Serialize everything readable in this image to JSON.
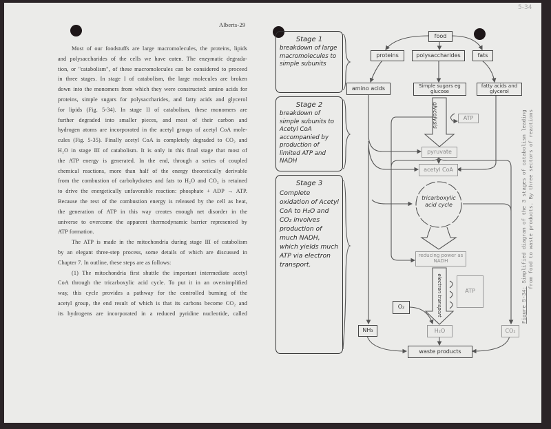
{
  "page_number": "Alberts-29",
  "handwritten_number": "5-34",
  "text_lines": [
    "Most of our foodstuffs are large macromolecules, the proteins, lipids",
    "and polysaccharides of the cells we have eaten.  The enzymatic degrada-",
    "tion, or \"catabolism\", of these macromolecules can be considered to proceed",
    "in three stages.  In stage I of catabolism, the large molecules are broken",
    "down into the monomers from which they were constructed: amino acids for",
    "proteins, simple sugars for polysaccharides, and fatty acids and glycerol",
    "for lipids (Fig. 5-34).  In stage II of catabolism, these monomers are",
    "further degraded into smaller pieces, and most of their carbon and",
    "hydrogen atoms are incorporated in the acetyl groups of acetyl CoA mole-",
    "cules (Fig. 5-35).  Finally acetyl CoA is completely degraded to CO₂ and",
    "H₂O in stage III of catabolism.  It is only in this final stage that most of",
    "the ATP energy is generated.  In the end, through a series of coupled",
    "chemical reactions, more than half of the energy theoretically derivable",
    "from the combustion of carbohydrates and fats to H₂O and CO₂ is retained",
    "to drive the energetically unfavorable reaction:  phosphate + ADP → ATP.",
    "Because the rest of the combustion energy is released by the cell as heat,",
    "the generation of ATP in this way creates enough net disorder in the",
    "universe to overcome the apparent thermodynamic barrier represented by",
    "ATP formation.",
    "The ATP is made in the mitochondria during stage III of catabolism",
    "by an elegant three-step process, some details of which are discussed in",
    "Chapter 7.  In outline, these steps are as follows:",
    "(1)  The mitochondria first shuttle the important intermediate acetyl",
    "CoA through the tricarboxylic acid cycle.  To put it in an oversimplified",
    "way, this cycle provides a pathway for the controlled burning of the",
    "acetyl group, the end result of which is that its carbons become CO₂ and",
    "its hydrogens are incorporated in a reduced pyridine nucleotide, called"
  ],
  "stages": [
    {
      "title": "Stage 1",
      "desc": "breakdown of large macromolecules to simple subunits"
    },
    {
      "title": "Stage 2",
      "desc": "breakdown of simple subunits to Acetyl CoA accompanied by production of limited ATP and NADH"
    },
    {
      "title": "Stage 3",
      "desc": "Complete oxidation of Acetyl CoA to H₂O and CO₂ involves production of much NADH, which yields much ATP via electron transport."
    }
  ],
  "diagram": {
    "food": "food",
    "proteins": "proteins",
    "polysaccharides": "polysaccharides",
    "fats": "fats",
    "amino_acids": "amino acids",
    "simple_sugars": "Simple sugars eg glucose",
    "fatty_acids": "fatty acids and glycerol",
    "glycolysis": "glycolysis",
    "atp1": "ATP",
    "pyruvate": "pyruvate",
    "acetyl_coa": "acetyl CoA",
    "tca": "tricarboxylic acid cycle",
    "reducing_power": "reducing power as NADH",
    "electron_transport": "electron transport",
    "atp2": "ATP",
    "o2": "O₂",
    "nh3": "NH₃",
    "h2o": "H₂O",
    "co2": "CO₂",
    "waste": "waste products"
  },
  "caption": {
    "label": "Figure 5-34:",
    "line1": "Simplified diagram of the 3 stages of catabolism leading",
    "line2": "from food to waste products.  By three sectors of reactions"
  }
}
